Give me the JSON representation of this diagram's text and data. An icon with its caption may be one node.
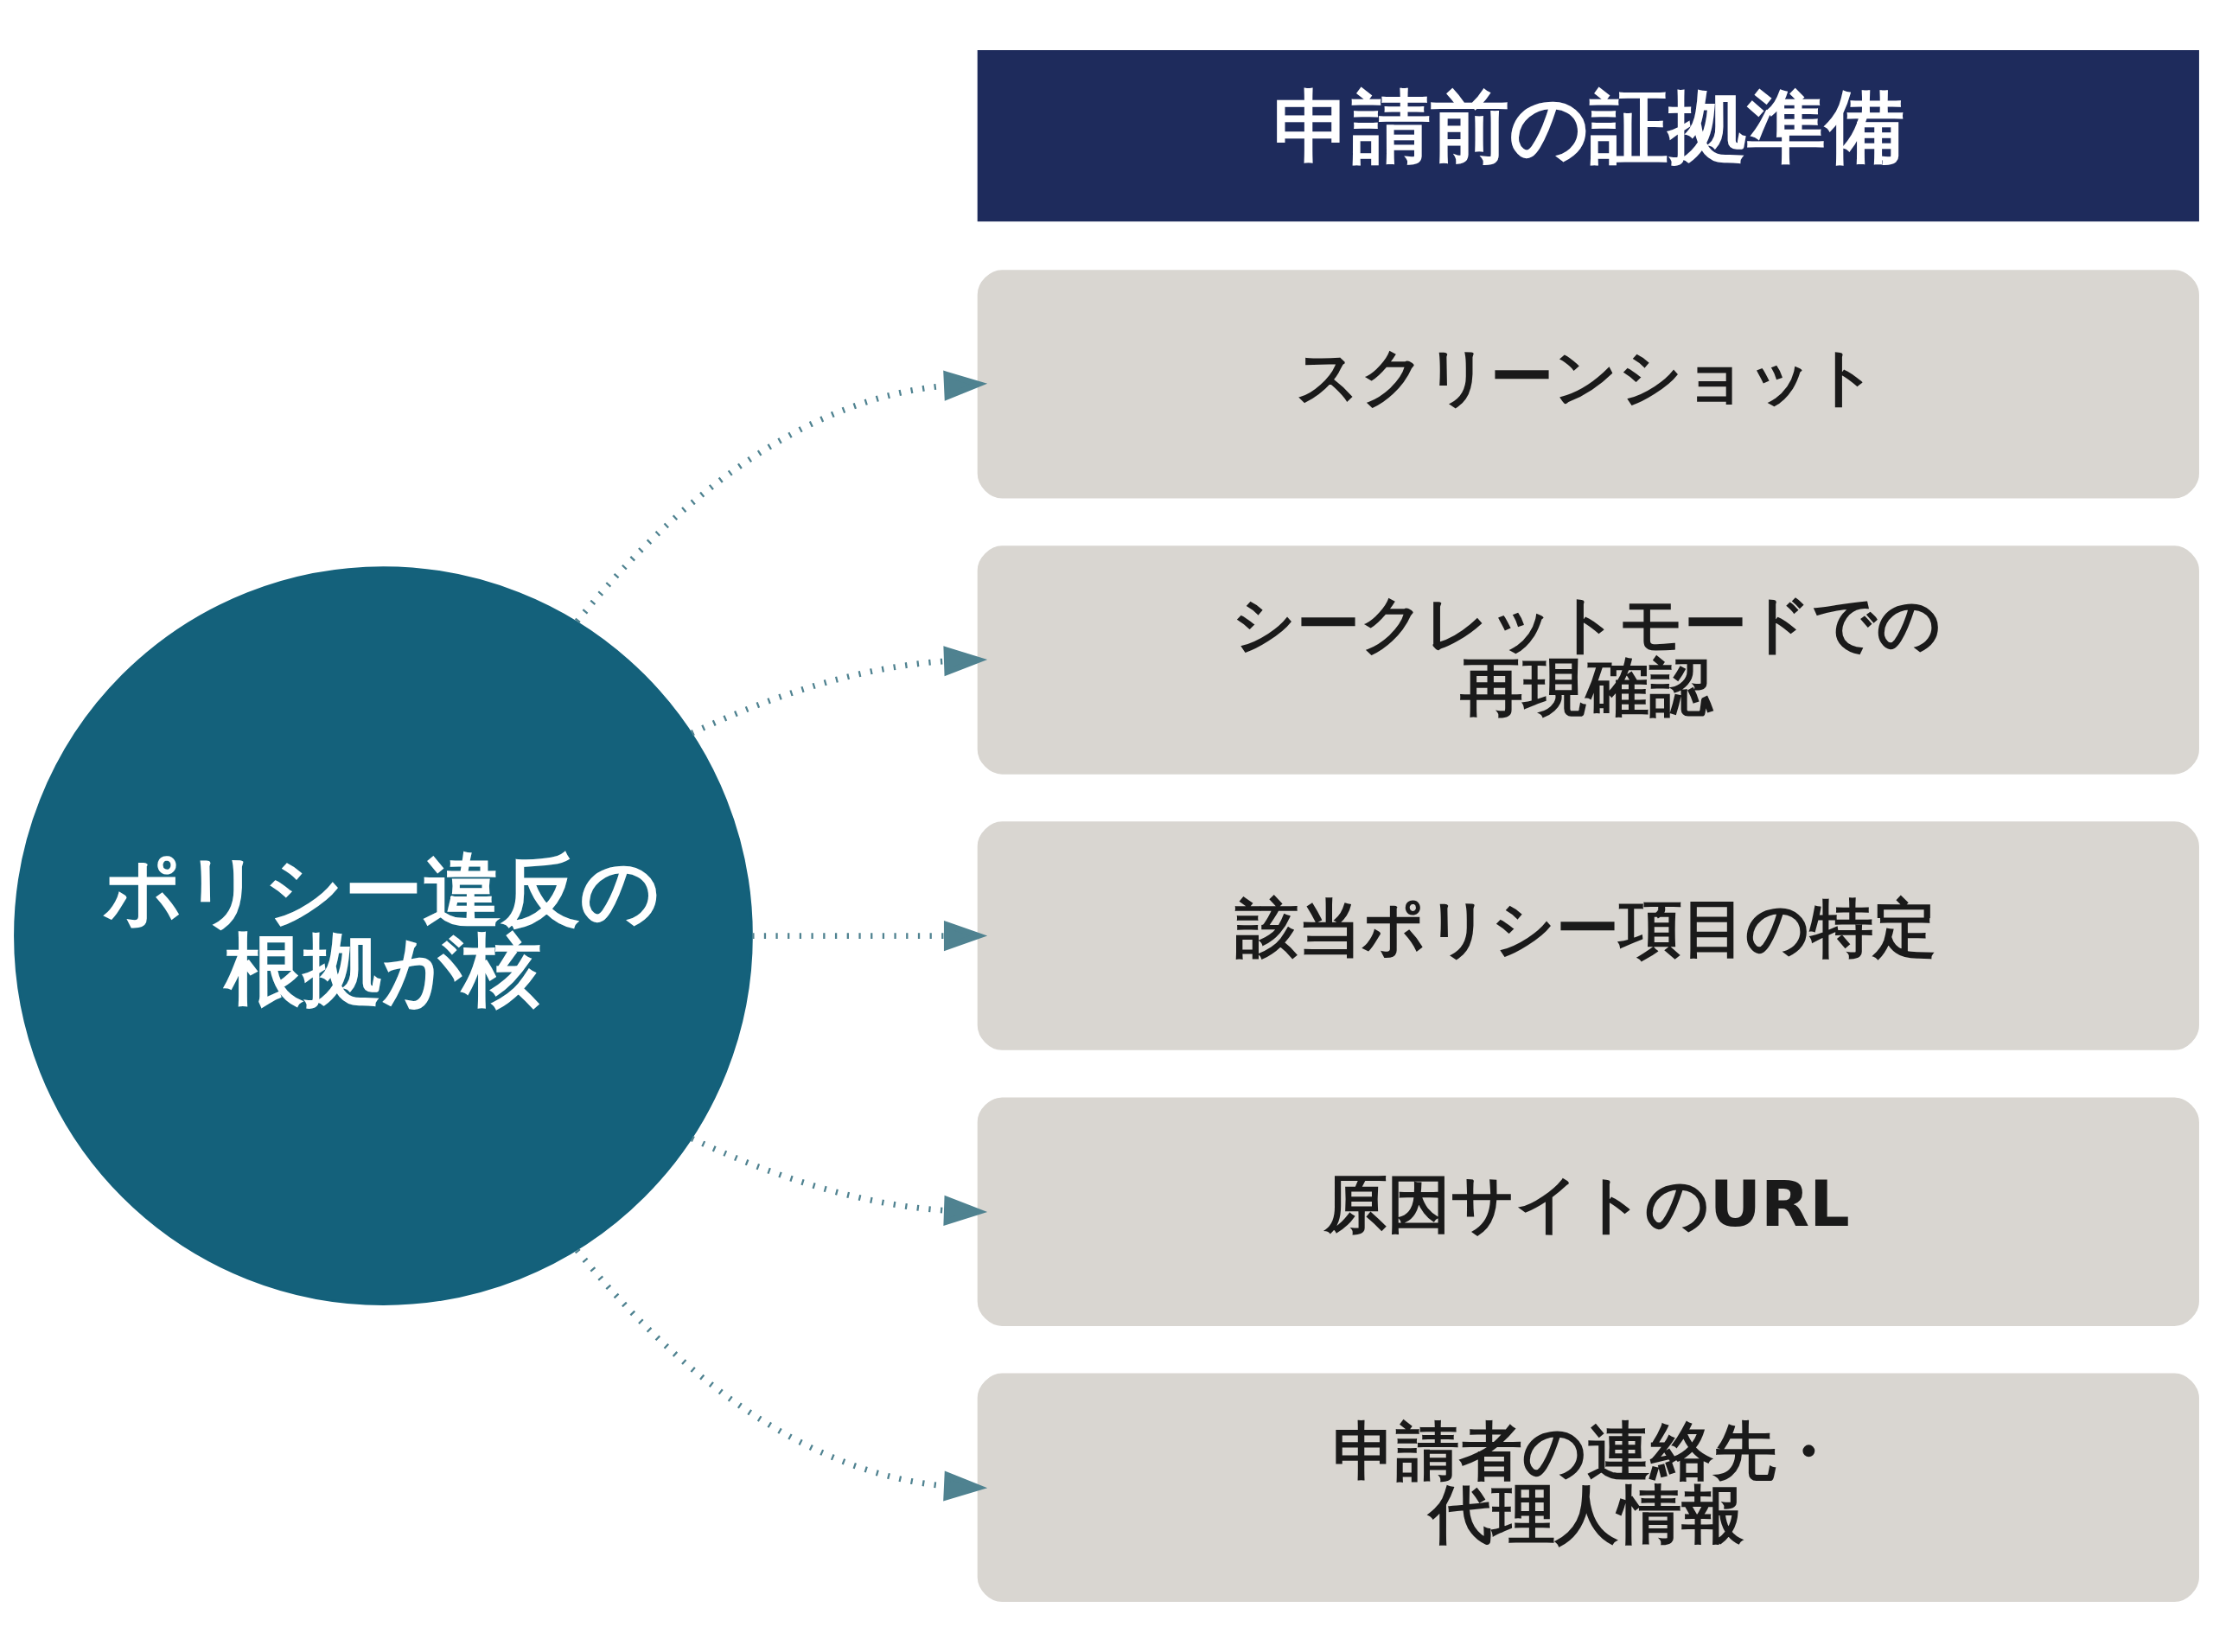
{
  "diagram": {
    "nodes": [
      {
        "text": [
          "ポリシー違反の根拠が核"
        ]
      },
      {
        "text": [
          "申請前の証拠準備"
        ]
      },
      {
        "text": [
          "スクリーンショット"
        ]
      },
      {
        "text": [
          "シークレットモードでの再現確認"
        ]
      },
      {
        "text": [
          "該当ポリシー項目の特定"
        ]
      },
      {
        "text": [
          "原因サイトのURL"
        ]
      },
      {
        "text": [
          "申請者の連絡先・代理人情報"
        ]
      }
    ],
    "edges": [
      {
        "from": 0,
        "to": 2,
        "arrow": "to",
        "style": "dashed"
      },
      {
        "from": 0,
        "to": 3,
        "arrow": "to",
        "style": "dashed"
      },
      {
        "from": 0,
        "to": 4,
        "arrow": "to",
        "style": "dashed"
      },
      {
        "from": 0,
        "to": 5,
        "arrow": "to",
        "style": "dashed"
      },
      {
        "from": 0,
        "to": 6,
        "arrow": "to",
        "style": "dashed"
      }
    ]
  }
}
